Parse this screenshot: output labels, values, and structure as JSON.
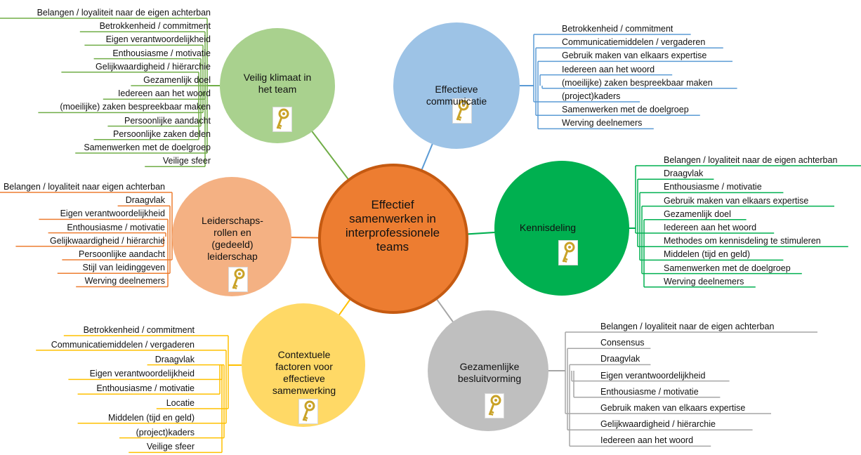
{
  "center": {
    "title": "Effectief samenwerken in interprofessionele teams",
    "fill": "#ED7D31",
    "stroke": "#C55A11"
  },
  "nodes": [
    {
      "id": "veilig-klimaat",
      "title": "Veilig klimaat in het team",
      "fill": "#A9D18E",
      "line_color": "#70AD47",
      "items": [
        "Belangen / loyaliteit naar de eigen achterban",
        "Betrokkenheid  / commitment",
        "Eigen verantwoordelijkheid",
        "Enthousiasme / motivatie",
        "Gelijkwaardigheid  / hiërarchie",
        "Gezamenlijk doel",
        "Iedereen aan het woord",
        "(moeilijke) zaken bespreekbaar maken",
        "Persoonlijke aandacht",
        "Persoonlijke zaken delen",
        "Samenwerken met de doelgroep",
        "Veilige sfeer"
      ]
    },
    {
      "id": "effectieve-communicatie",
      "title": "Effectieve communicatie",
      "fill": "#9DC3E6",
      "line_color": "#5B9BD5",
      "items": [
        "Betrokkenheid / commitment",
        "Communicatiemiddelen / vergaderen",
        "Gebruik maken van elkaars expertise",
        "Iedereen aan het woord",
        "(moeilijke) zaken bespreekbaar maken",
        "(project)kaders",
        "Samenwerken met de doelgroep",
        "Werving deelnemers"
      ]
    },
    {
      "id": "kennisdeling",
      "title": "Kennisdeling",
      "fill": "#00B050",
      "line_color": "#00B050",
      "items": [
        "Belangen / loyaliteit naar de eigen achterban",
        "Draagvlak",
        "Enthousiasme / motivatie",
        "Gebruik maken van elkaars expertise",
        "Gezamenlijk doel",
        "Iedereen aan het woord",
        "Methodes om kennisdeling te stimuleren",
        "Middelen  (tijd en geld)",
        "Samenwerken met de doelgroep",
        "Werving deelnemers"
      ]
    },
    {
      "id": "gezamenlijke-besluitvorming",
      "title": "Gezamenlijke besluitvorming",
      "fill": "#BFBFBF",
      "line_color": "#A6A6A6",
      "items": [
        "Belangen / loyaliteit naar de eigen achterban",
        "Consensus",
        "Draagvlak",
        "Eigen verantwoordelijkheid",
        "Enthousiasme / motivatie",
        "Gebruik maken van elkaars expertise",
        "Gelijkwaardigheid  / hiërarchie",
        "Iedereen aan het woord"
      ]
    },
    {
      "id": "contextuele-factoren",
      "title": "Contextuele factoren voor effectieve samenwerking",
      "fill": "#FFD966",
      "line_color": "#FFC000",
      "items": [
        "Betrokkenheid  / commitment",
        "Communicatiemiddelen / vergaderen",
        "Draagvlak",
        "Eigen verantwoordelijkheid",
        "Enthousiasme / motivatie",
        "Locatie",
        "Middelen  (tijd en geld)",
        "(project)kaders",
        "Veilige sfeer"
      ]
    },
    {
      "id": "leiderschap",
      "title": "Leiderschaps-rollen en (gedeeld) leiderschap",
      "fill": "#F4B183",
      "line_color": "#ED7D31",
      "items": [
        "Belangen / loyaliteit naar eigen achterban",
        "Draagvlak",
        "Eigen verantwoordelijkheid",
        "Enthousiasme / motivatie",
        "Gelijkwaardigheid  / hiërarchie",
        "Persoonlijke aandacht",
        "Stijl van leidinggeven",
        "Werving deelnemers"
      ]
    }
  ]
}
